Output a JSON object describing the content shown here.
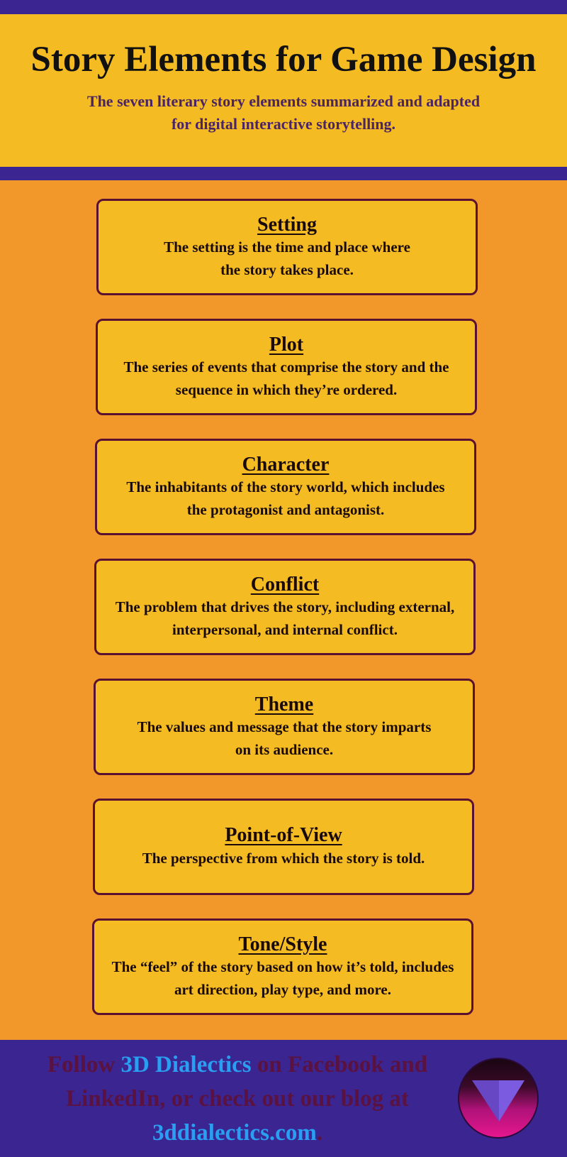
{
  "header": {
    "title": "Story Elements for Game Design",
    "subtitle": "The seven literary story elements summarized and adapted for digital interactive storytelling."
  },
  "elements": [
    {
      "title": "Setting",
      "text": "The setting is the time and place where the story takes place."
    },
    {
      "title": "Plot",
      "text": "The series of events that comprise the story and the sequence in which they’re ordered."
    },
    {
      "title": "Character",
      "text": "The inhabitants of the story world, which includes the protagonist and antagonist."
    },
    {
      "title": "Conflict",
      "text": "The problem that drives the story, including external, interpersonal, and internal conflict."
    },
    {
      "title": "Theme",
      "text": "The values and message that the story imparts on its audience."
    },
    {
      "title": "Point-of-View",
      "text": "The perspective from which the story is told."
    },
    {
      "title": "Tone/Style",
      "text": "The “feel” of the story based on how it’s told, includes art direction, play type, and more."
    }
  ],
  "footer": {
    "part1": "Follow ",
    "brand": "3D Dialectics",
    "part2": " on Facebook and LinkedIn, or check out our blog at ",
    "url": "3ddialectics.com",
    "part3": ".",
    "logo_icon": "triangle-logo-icon"
  },
  "colors": {
    "band": "#3b2591",
    "header_bg": "#f4bc22",
    "page_bg": "#f2982a",
    "card_border": "#5a1030",
    "footer_text": "#5a1240",
    "highlight": "#2a9ef0"
  }
}
